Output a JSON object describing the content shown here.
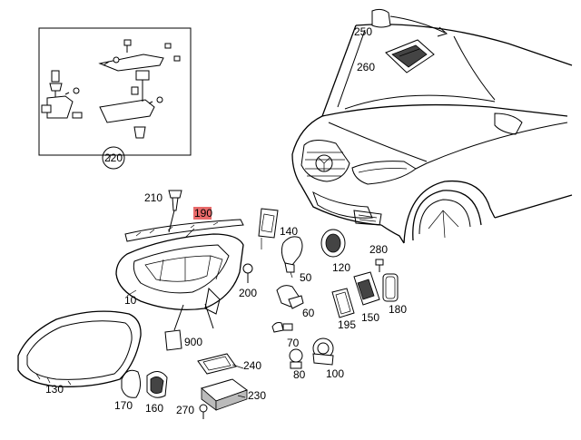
{
  "labels": {
    "p10": "10",
    "p50": "50",
    "p60": "60",
    "p70": "70",
    "p80": "80",
    "p100": "100",
    "p120": "120",
    "p130": "130",
    "p140": "140",
    "p150": "150",
    "p160": "160",
    "p170": "170",
    "p180": "180",
    "p190": "190",
    "p195": "195",
    "p200": "200",
    "p210": "210",
    "p220": "220",
    "p230": "230",
    "p240": "240",
    "p250": "250",
    "p260": "260",
    "p270": "270",
    "p280": "280",
    "p900": "900"
  },
  "highlight_color": "#e86a6a"
}
